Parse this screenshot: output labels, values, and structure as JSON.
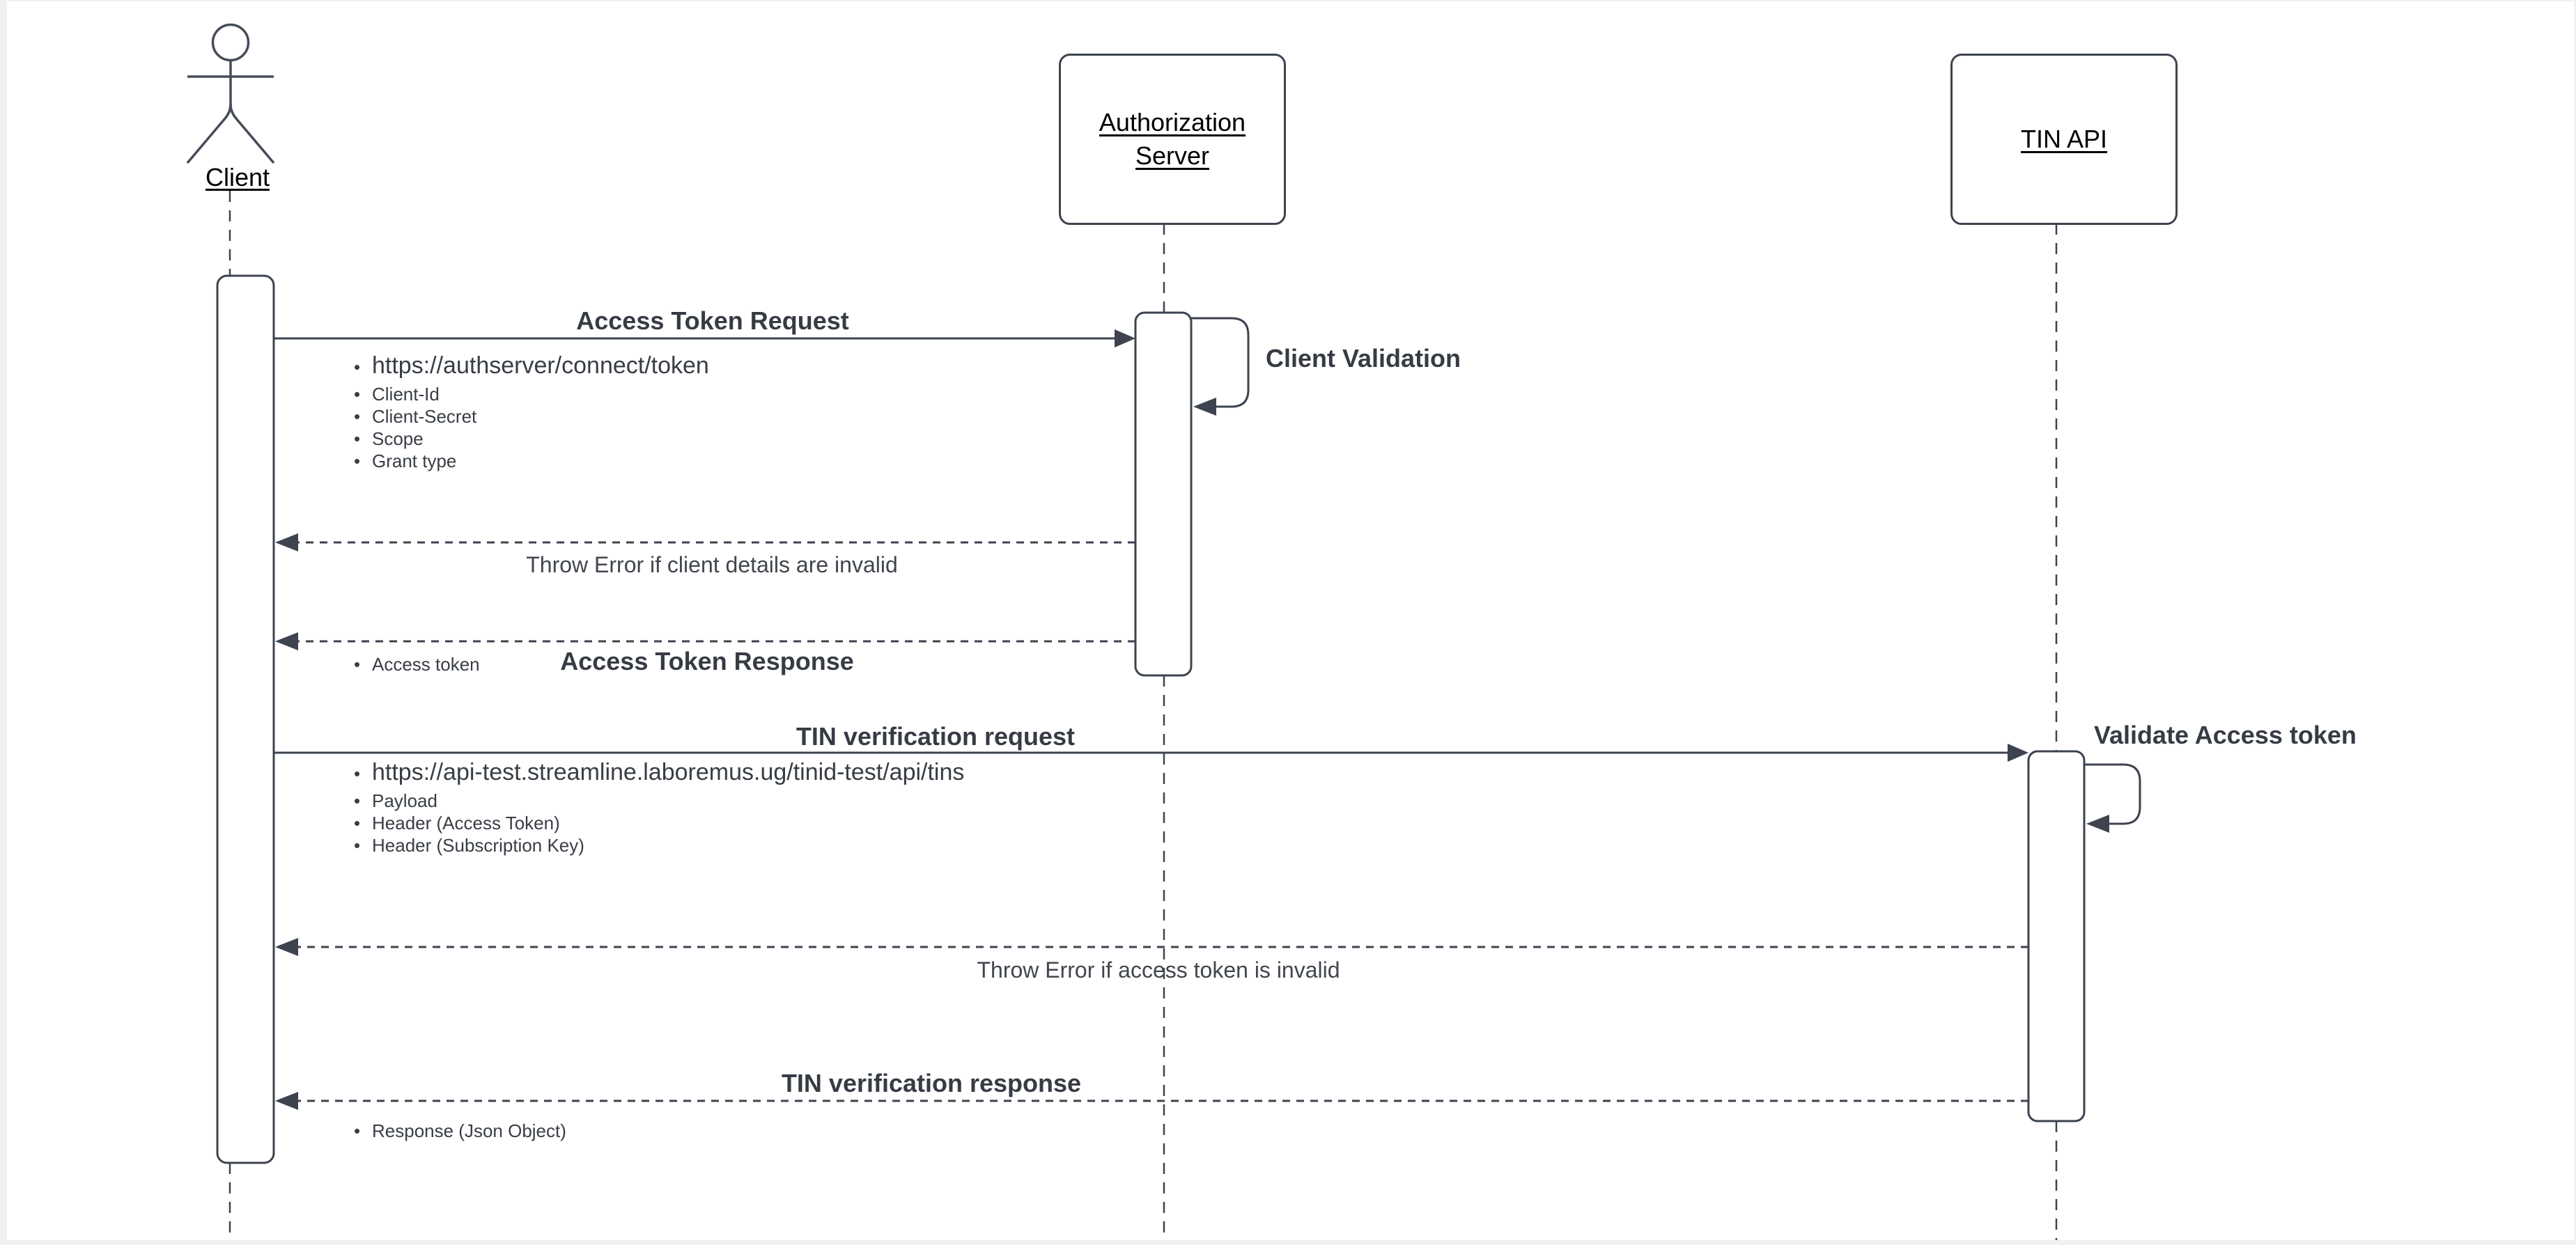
{
  "page": {
    "background": "#f0f1f3",
    "canvas_background": "#ffffff"
  },
  "colors": {
    "line": "#3d434f",
    "label_text": "#41464e",
    "bold_label_text": "#363b44",
    "name_text": "#000000"
  },
  "participants": [
    {
      "id": "client",
      "label": "Client",
      "kind": "actor"
    },
    {
      "id": "authorization-server",
      "label": "Authorization Server",
      "kind": "object"
    },
    {
      "id": "tin-api",
      "label": "TIN API",
      "kind": "object"
    }
  ],
  "messages": {
    "access_token_request": {
      "label": "Access Token Request",
      "bullet_primary": "https://authserver/connect/token",
      "bullets": [
        "Client-Id",
        "Client-Secret",
        "Scope",
        "Grant type"
      ]
    },
    "client_validation": {
      "label": "Client Validation"
    },
    "throw_error_client": {
      "label": "Throw Error if client details are invalid"
    },
    "access_token_response": {
      "label": "Access Token Response",
      "bullets": [
        "Access token"
      ]
    },
    "tin_verification_request": {
      "label": "TIN verification request",
      "bullet_primary": "https://api-test.streamline.laboremus.ug/tinid-test/api/tins",
      "bullets": [
        "Payload",
        "Header (Access Token)",
        "Header (Subscription Key)"
      ]
    },
    "validate_access_token": {
      "label": "Validate Access token"
    },
    "throw_error_token": {
      "label": "Throw Error if access token is invalid"
    },
    "tin_verification_response": {
      "label": "TIN verification response",
      "bullets": [
        "Response (Json Object)"
      ]
    }
  }
}
